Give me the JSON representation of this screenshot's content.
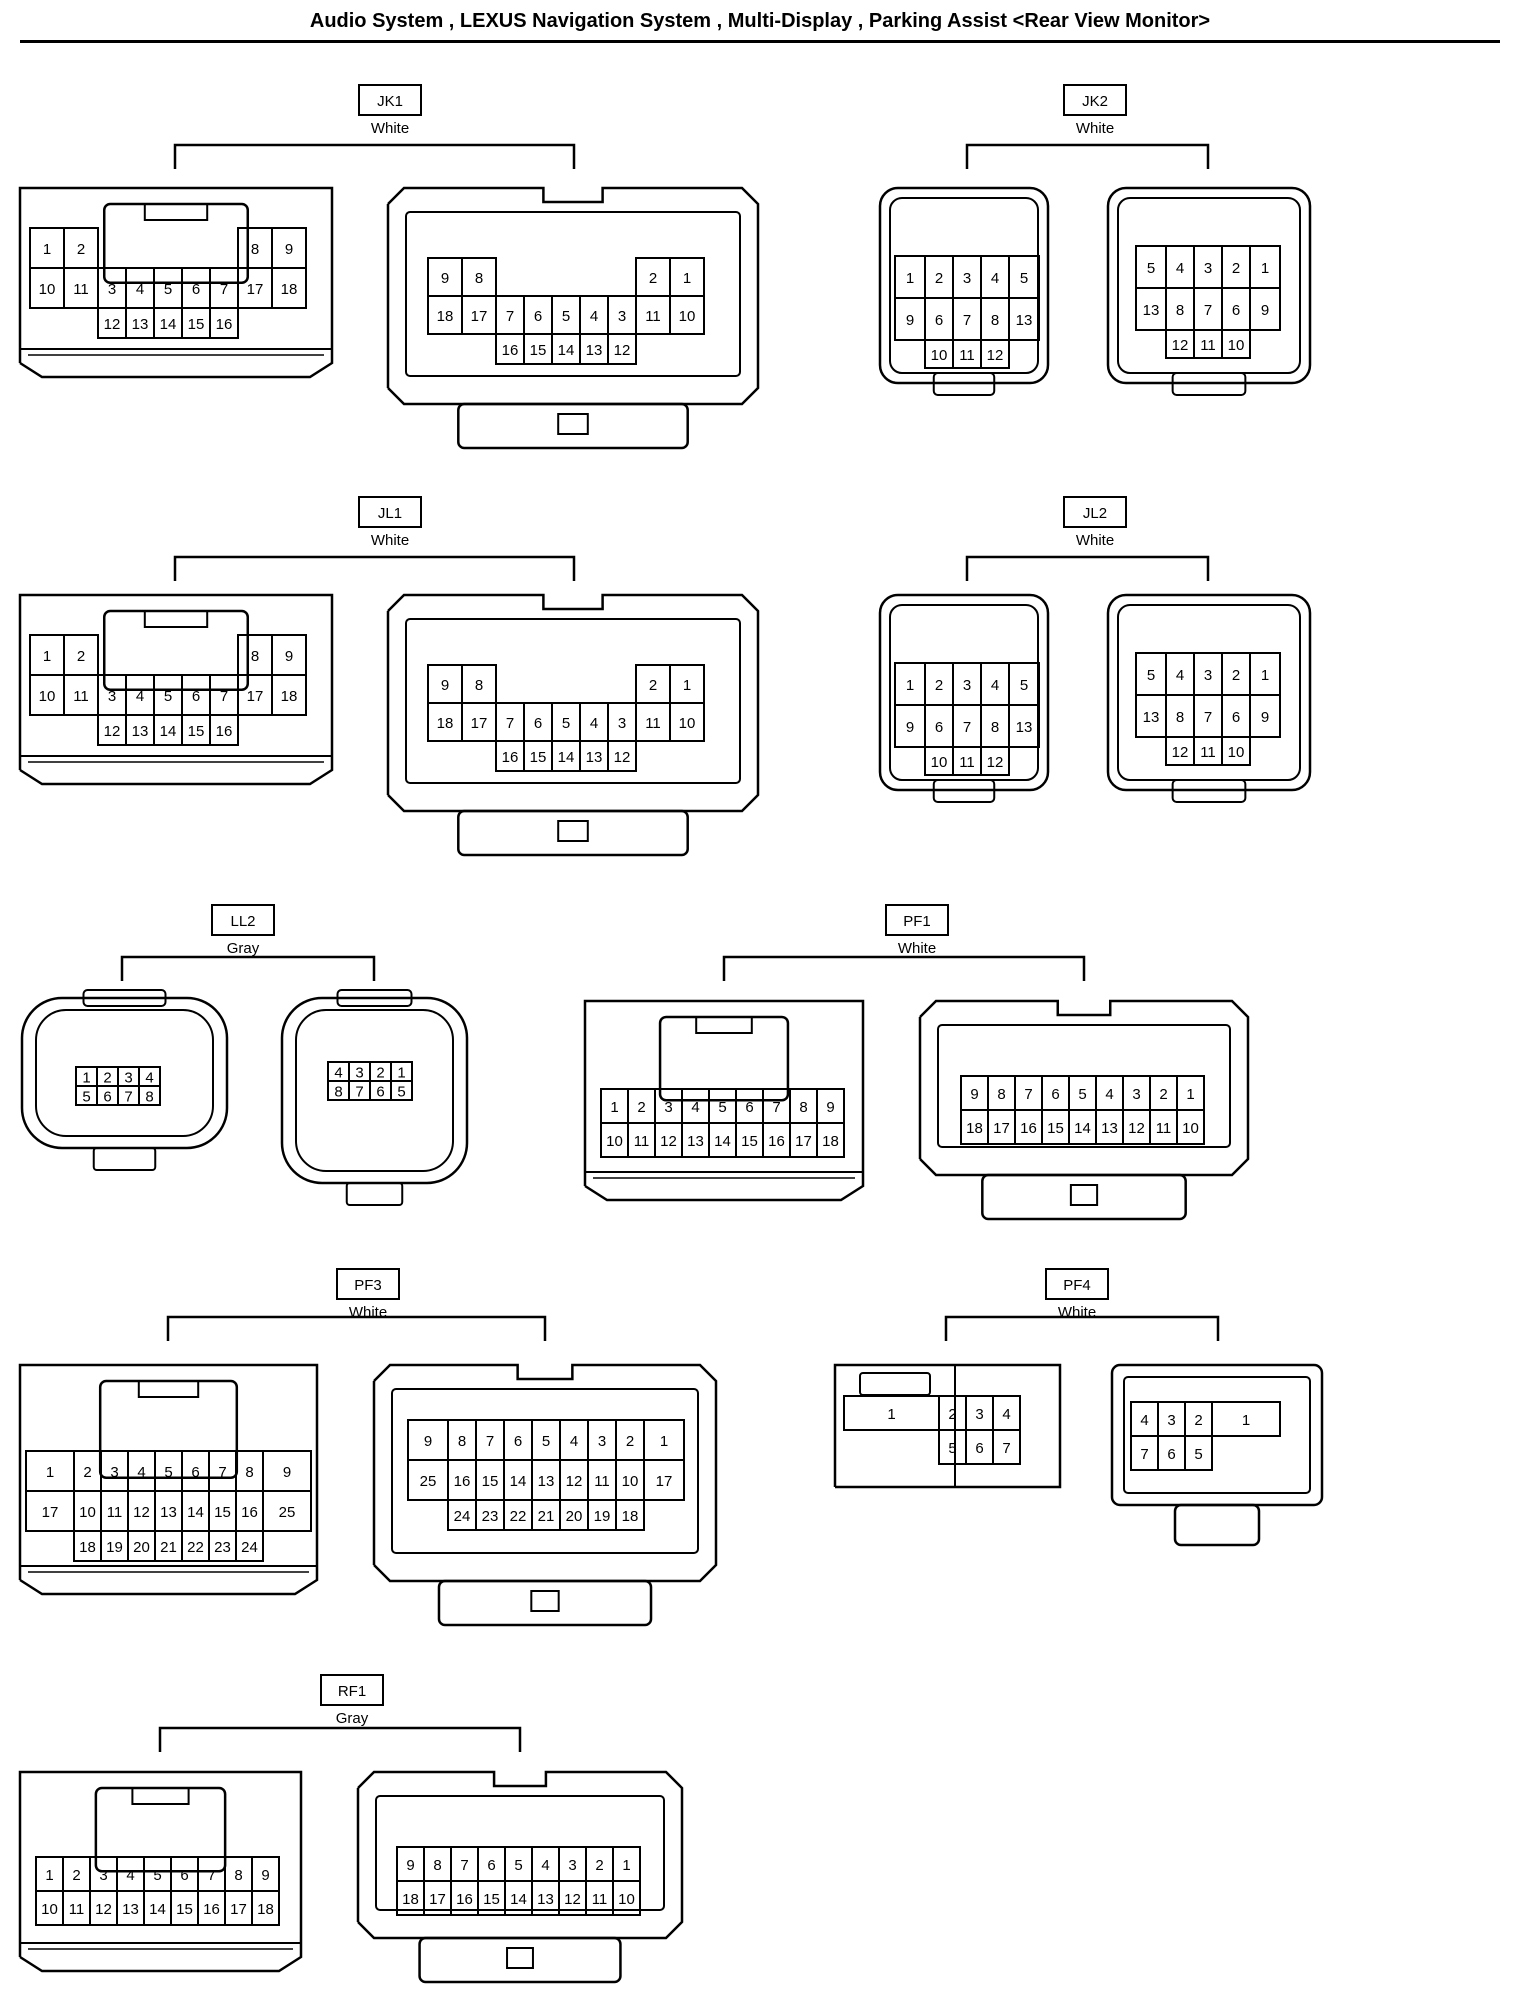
{
  "title": "Audio System , LEXUS Navigation System , Multi-Display , Parking Assist <Rear View Monitor>",
  "connectors": [
    {
      "id": "JK1",
      "color": "White",
      "views": [
        {
          "kind": "A",
          "grid": [
            [
              "1",
              "2",
              "",
              "",
              "",
              "",
              "",
              "8",
              "9"
            ],
            [
              "10",
              "11",
              "3",
              "4",
              "5",
              "6",
              "7",
              "17",
              "18"
            ],
            [
              "",
              "",
              "12",
              "13",
              "14",
              "15",
              "16",
              "",
              ""
            ]
          ]
        },
        {
          "kind": "B",
          "grid": [
            [
              "9",
              "8",
              "",
              "",
              "",
              "",
              "",
              "2",
              "1"
            ],
            [
              "18",
              "17",
              "7",
              "6",
              "5",
              "4",
              "3",
              "11",
              "10"
            ],
            [
              "",
              "",
              "16",
              "15",
              "14",
              "13",
              "12",
              "",
              ""
            ]
          ]
        }
      ]
    },
    {
      "id": "JK2",
      "color": "White",
      "views": [
        {
          "kind": "C",
          "grid": [
            [
              "1",
              "2",
              "3",
              "4",
              "5"
            ],
            [
              "9",
              "6",
              "7",
              "8",
              "13"
            ],
            [
              "",
              "10",
              "11",
              "12",
              ""
            ]
          ]
        },
        {
          "kind": "C",
          "grid": [
            [
              "5",
              "4",
              "3",
              "2",
              "1"
            ],
            [
              "13",
              "8",
              "7",
              "6",
              "9"
            ],
            [
              "",
              "12",
              "11",
              "10",
              ""
            ]
          ]
        }
      ]
    },
    {
      "id": "JL1",
      "color": "White",
      "views": [
        {
          "kind": "A",
          "grid": [
            [
              "1",
              "2",
              "",
              "",
              "",
              "",
              "",
              "8",
              "9"
            ],
            [
              "10",
              "11",
              "3",
              "4",
              "5",
              "6",
              "7",
              "17",
              "18"
            ],
            [
              "",
              "",
              "12",
              "13",
              "14",
              "15",
              "16",
              "",
              ""
            ]
          ]
        },
        {
          "kind": "B",
          "grid": [
            [
              "9",
              "8",
              "",
              "",
              "",
              "",
              "",
              "2",
              "1"
            ],
            [
              "18",
              "17",
              "7",
              "6",
              "5",
              "4",
              "3",
              "11",
              "10"
            ],
            [
              "",
              "",
              "16",
              "15",
              "14",
              "13",
              "12",
              "",
              ""
            ]
          ]
        }
      ]
    },
    {
      "id": "JL2",
      "color": "White",
      "views": [
        {
          "kind": "C",
          "grid": [
            [
              "1",
              "2",
              "3",
              "4",
              "5"
            ],
            [
              "9",
              "6",
              "7",
              "8",
              "13"
            ],
            [
              "",
              "10",
              "11",
              "12",
              ""
            ]
          ]
        },
        {
          "kind": "C",
          "grid": [
            [
              "5",
              "4",
              "3",
              "2",
              "1"
            ],
            [
              "13",
              "8",
              "7",
              "6",
              "9"
            ],
            [
              "",
              "12",
              "11",
              "10",
              ""
            ]
          ]
        }
      ]
    },
    {
      "id": "LL2",
      "color": "Gray",
      "views": [
        {
          "kind": "D",
          "grid": [
            [
              "1",
              "2",
              "3",
              "4"
            ],
            [
              "5",
              "6",
              "7",
              "8"
            ]
          ]
        },
        {
          "kind": "D",
          "grid": [
            [
              "4",
              "3",
              "2",
              "1"
            ],
            [
              "8",
              "7",
              "6",
              "5"
            ]
          ]
        }
      ]
    },
    {
      "id": "PF1",
      "color": "White",
      "views": [
        {
          "kind": "A",
          "grid": [
            [
              "1",
              "2",
              "3",
              "4",
              "5",
              "6",
              "7",
              "8",
              "9"
            ],
            [
              "10",
              "11",
              "12",
              "13",
              "14",
              "15",
              "16",
              "17",
              "18"
            ]
          ]
        },
        {
          "kind": "B",
          "grid": [
            [
              "9",
              "8",
              "7",
              "6",
              "5",
              "4",
              "3",
              "2",
              "1"
            ],
            [
              "18",
              "17",
              "16",
              "15",
              "14",
              "13",
              "12",
              "11",
              "10"
            ]
          ]
        }
      ]
    },
    {
      "id": "PF3",
      "color": "White",
      "views": [
        {
          "kind": "A",
          "grid": [
            [
              "1",
              "2",
              "3",
              "4",
              "5",
              "6",
              "7",
              "8",
              "9"
            ],
            [
              "17",
              "10",
              "11",
              "12",
              "13",
              "14",
              "15",
              "16",
              "25"
            ],
            [
              "",
              "18",
              "19",
              "20",
              "21",
              "22",
              "23",
              "24",
              ""
            ]
          ]
        },
        {
          "kind": "B",
          "grid": [
            [
              "9",
              "8",
              "7",
              "6",
              "5",
              "4",
              "3",
              "2",
              "1"
            ],
            [
              "25",
              "16",
              "15",
              "14",
              "13",
              "12",
              "11",
              "10",
              "17"
            ],
            [
              "",
              "24",
              "23",
              "22",
              "21",
              "20",
              "19",
              "18",
              ""
            ]
          ]
        }
      ]
    },
    {
      "id": "PF4",
      "color": "White",
      "views": [
        {
          "kind": "E",
          "grid": [
            [
              "1",
              "2",
              "3",
              "4"
            ],
            [
              "",
              "5",
              "6",
              "7"
            ]
          ]
        },
        {
          "kind": "F",
          "grid": [
            [
              "4",
              "3",
              "2",
              "1"
            ],
            [
              "7",
              "6",
              "5",
              ""
            ]
          ]
        }
      ]
    },
    {
      "id": "RF1",
      "color": "Gray",
      "views": [
        {
          "kind": "A",
          "grid": [
            [
              "1",
              "2",
              "3",
              "4",
              "5",
              "6",
              "7",
              "8",
              "9"
            ],
            [
              "10",
              "11",
              "12",
              "13",
              "14",
              "15",
              "16",
              "17",
              "18"
            ]
          ]
        },
        {
          "kind": "B",
          "grid": [
            [
              "9",
              "8",
              "7",
              "6",
              "5",
              "4",
              "3",
              "2",
              "1"
            ],
            [
              "18",
              "17",
              "16",
              "15",
              "14",
              "13",
              "12",
              "11",
              "10"
            ]
          ]
        }
      ]
    }
  ]
}
